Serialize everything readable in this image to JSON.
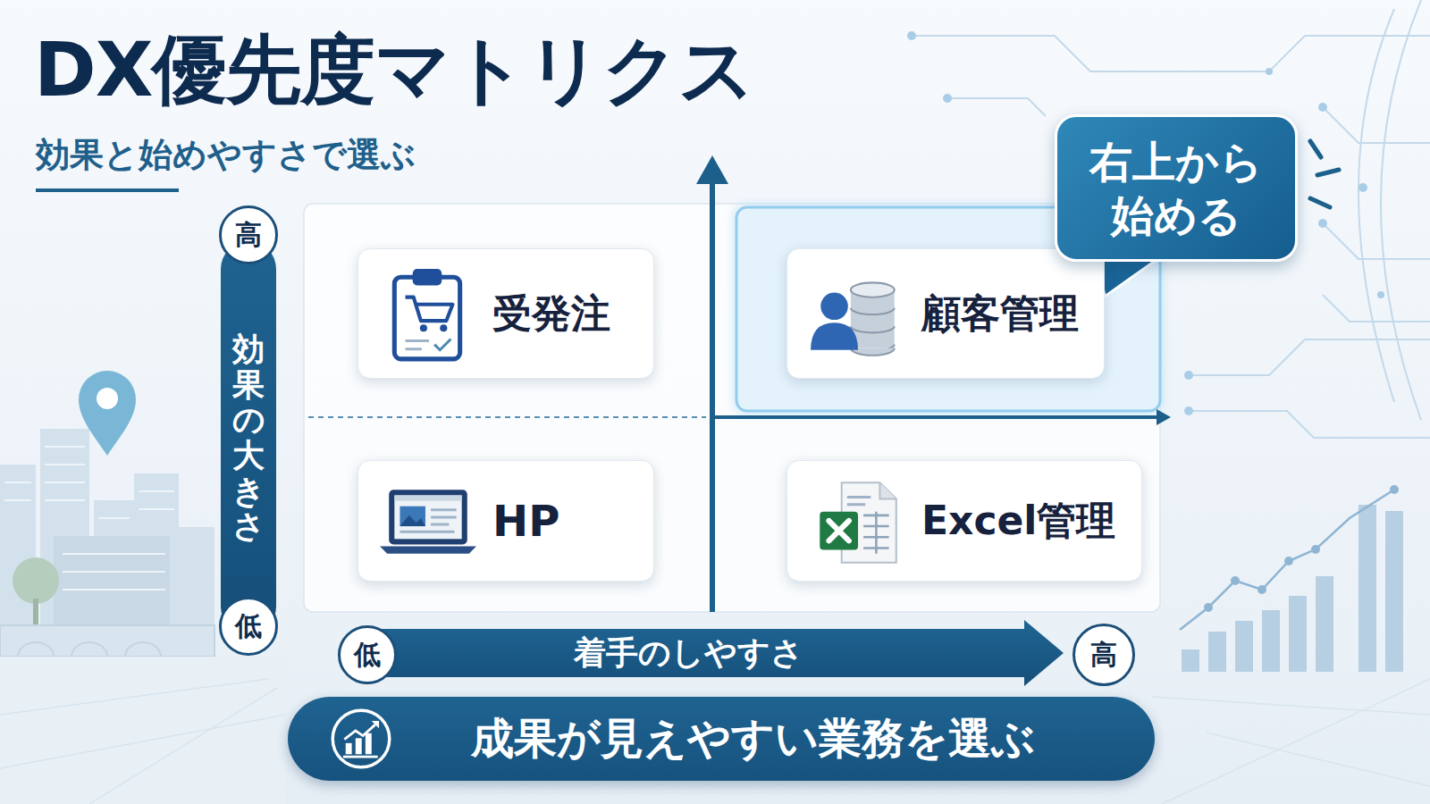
{
  "diagram": {
    "title": "DX優先度マトリクス",
    "nodes": [
      {
        "text": [
          "高"
        ]
      },
      {
        "text": [
          "効果の大きさ"
        ]
      },
      {
        "text": [
          "低"
        ]
      },
      {
        "text": [
          "受発注"
        ]
      },
      {
        "text": [
          "顧客管理"
        ]
      },
      {
        "text": [
          "右上から 始める"
        ]
      },
      {
        "text": [
          "HP"
        ]
      },
      {
        "text": [
          "Excel管理"
        ]
      },
      {
        "text": [
          "低"
        ]
      },
      {
        "text": [
          "着手のしやすさ"
        ]
      },
      {
        "text": [
          "高"
        ]
      },
      {
        "text": [
          "成果が見えやすい業務を選ぶ"
        ]
      }
    ],
    "labels": [
      "効果と始めやすさで選ぶ"
    ]
  }
}
